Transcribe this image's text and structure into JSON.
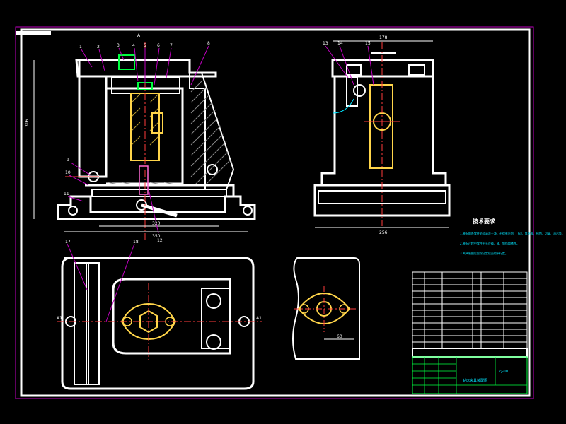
{
  "drawing": {
    "view_marker": "A",
    "technical_requirements": {
      "title": "技术要求",
      "lines": [
        "1.装配前各零件必须清洗干净，不得有毛刺、飞边、氧化皮、锈蚀、切屑、油污等。",
        "2.装配过程中零件不允许磕、碰、划伤和锈蚀。",
        "3.夹具装配后应保证定位面的平行度。"
      ]
    },
    "front_view": {
      "part_numbers": [
        "1",
        "2",
        "3",
        "4",
        "5",
        "6",
        "7",
        "8",
        "9",
        "10",
        "11",
        "12"
      ],
      "dims": [
        "316",
        "320",
        "350"
      ]
    },
    "side_view": {
      "part_numbers": [
        "13",
        "14",
        "15"
      ],
      "dims": [
        "178",
        "256"
      ]
    },
    "plan_view": {
      "part_numbers": [
        "17",
        "18"
      ],
      "section_labels": [
        "A1",
        "A1"
      ]
    },
    "detail_view": {
      "dims": [
        "60"
      ]
    },
    "title_block": {
      "drawing_title": "钻床夹具装配图",
      "code": "ZJ-00"
    }
  }
}
